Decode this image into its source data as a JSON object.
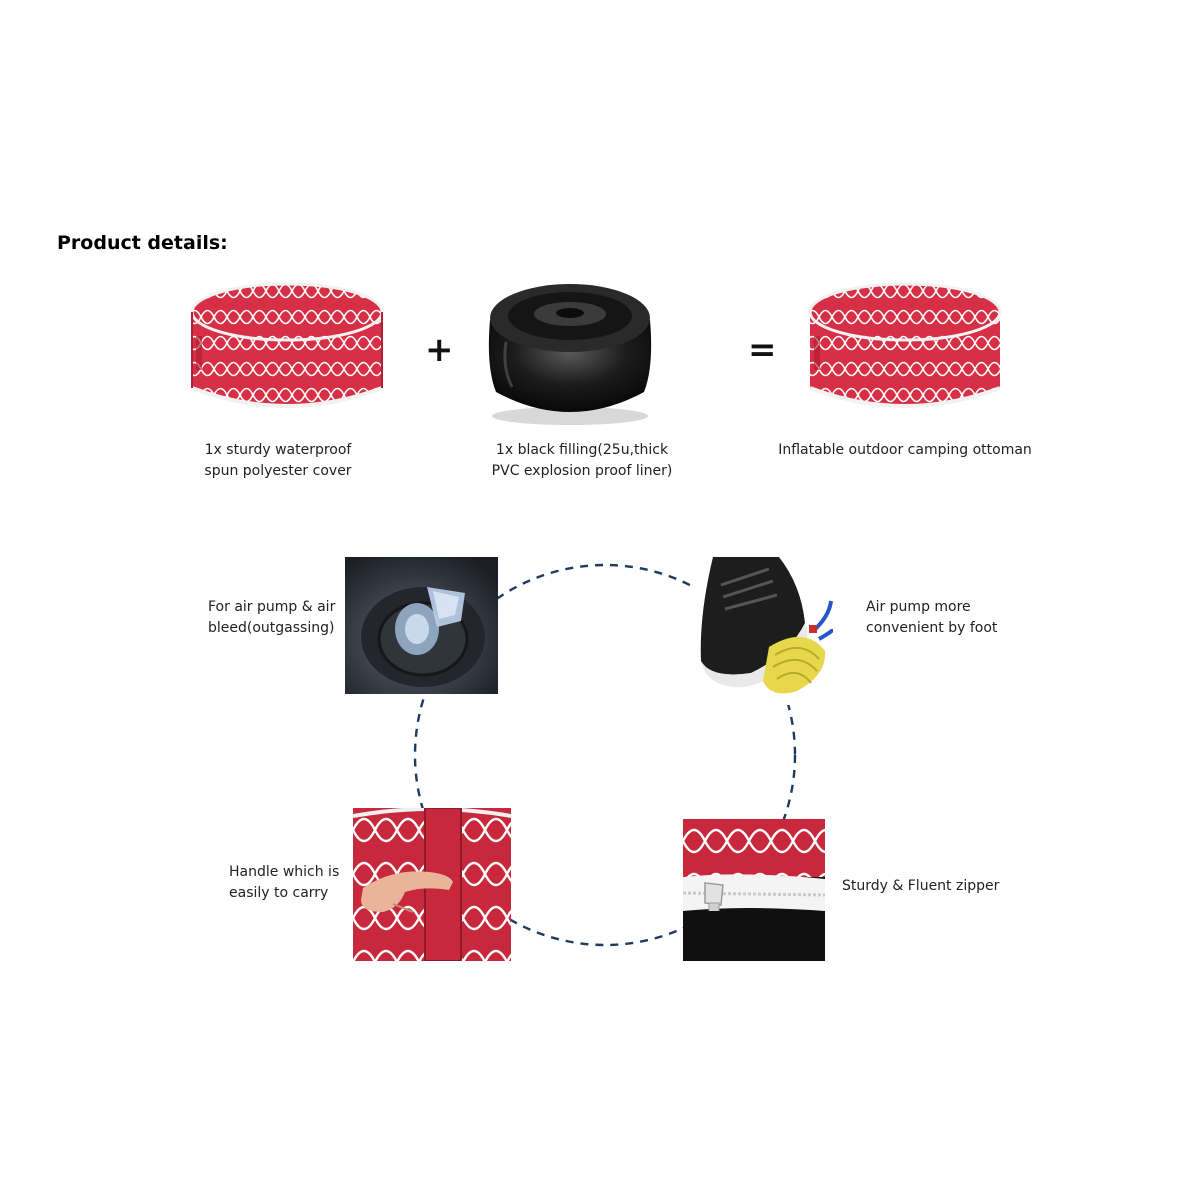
{
  "header": {
    "title": "Product details:"
  },
  "components": {
    "cover_label": "1x sturdy waterproof\nspun polyester cover",
    "plus_sign": "+",
    "filling_label": "1x black filling(25u,thick\nPVC explosion proof liner)",
    "equals_sign": "=",
    "result_label": "Inflatable outdoor camping ottoman"
  },
  "features": {
    "valve_label": "For air pump & air\nbleed(outgassing)",
    "foot_pump_label": "Air pump more\nconvenient by foot",
    "handle_label": "Handle which is\neasily to carry",
    "zipper_label": "Sturdy & Fluent zipper"
  },
  "colors": {
    "cover_red": "#d72f45",
    "pattern_white": "#ffffff",
    "dashed_circle": "#1f3a5f",
    "pump_yellow": "#e6d84a",
    "hose_blue": "#2457c9"
  }
}
